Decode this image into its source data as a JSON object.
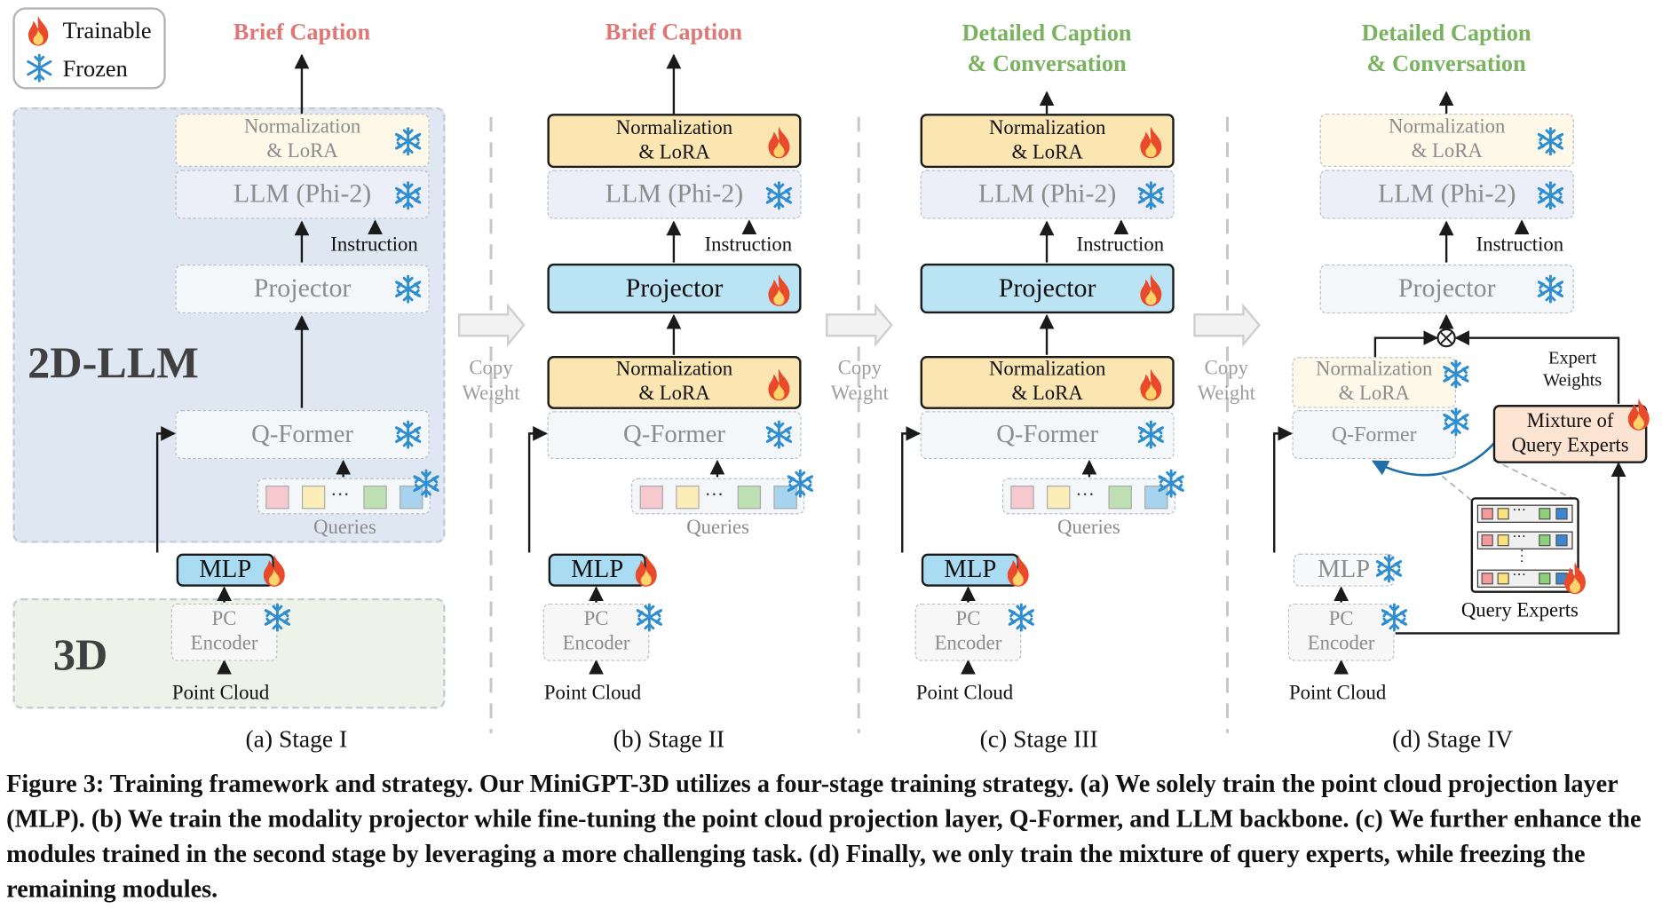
{
  "legend": {
    "trainable": "Trainable",
    "frozen": "Frozen"
  },
  "regions": {
    "llm2d": "2D-LLM",
    "d3": "3D"
  },
  "titles": {
    "stage1": "Brief Caption",
    "stage2": "Brief Caption",
    "stage3_line1": "Detailed Caption",
    "stage3_line2": "& Conversation",
    "stage4_line1": "Detailed Caption",
    "stage4_line2": "& Conversation"
  },
  "modules": {
    "norm_line1": "Normalization",
    "norm_line2": "& LoRA",
    "llm": "LLM (Phi-2)",
    "projector": "Projector",
    "qformer": "Q-Former",
    "mlp": "MLP",
    "pc_line1": "PC",
    "pc_line2": "Encoder",
    "moe_line1": "Mixture of",
    "moe_line2": "Query Experts"
  },
  "labels": {
    "instruction": "Instruction",
    "queries": "Queries",
    "point_cloud": "Point Cloud",
    "expert_weights_line1": "Expert",
    "expert_weights_line2": "Weights",
    "query_experts": "Query Experts",
    "copy_line1": "Copy",
    "copy_line2": "Weight"
  },
  "stages": [
    "(a) Stage I",
    "(b) Stage II",
    "(c) Stage III",
    "(d) Stage IV"
  ],
  "caption": "Figure 3: Training framework and strategy. Our MiniGPT-3D utilizes a four-stage training strategy. (a) We solely train the point cloud projection layer (MLP). (b) We train the modality projector while fine-tuning the point cloud projection layer, Q-Former, and LLM backbone. (c) We further enhance the modules trained in the second stage by leveraging a more challenging task. (d) Finally, we only train the mixture of query experts, while freezing the remaining modules.",
  "colors": {
    "trainable_red": "#e07777",
    "detailed_green": "#79b35f",
    "arrow_blue": "#1f6fa8",
    "query_pink": "#f6c9cf",
    "query_yellow": "#fbeeb9",
    "query_green": "#bfe0b2",
    "query_blue": "#a8d3ef",
    "expert_red": "#f49a9a",
    "expert_yellow": "#fbe27d",
    "expert_green": "#8fd07a",
    "expert_blue": "#3f86d0"
  }
}
